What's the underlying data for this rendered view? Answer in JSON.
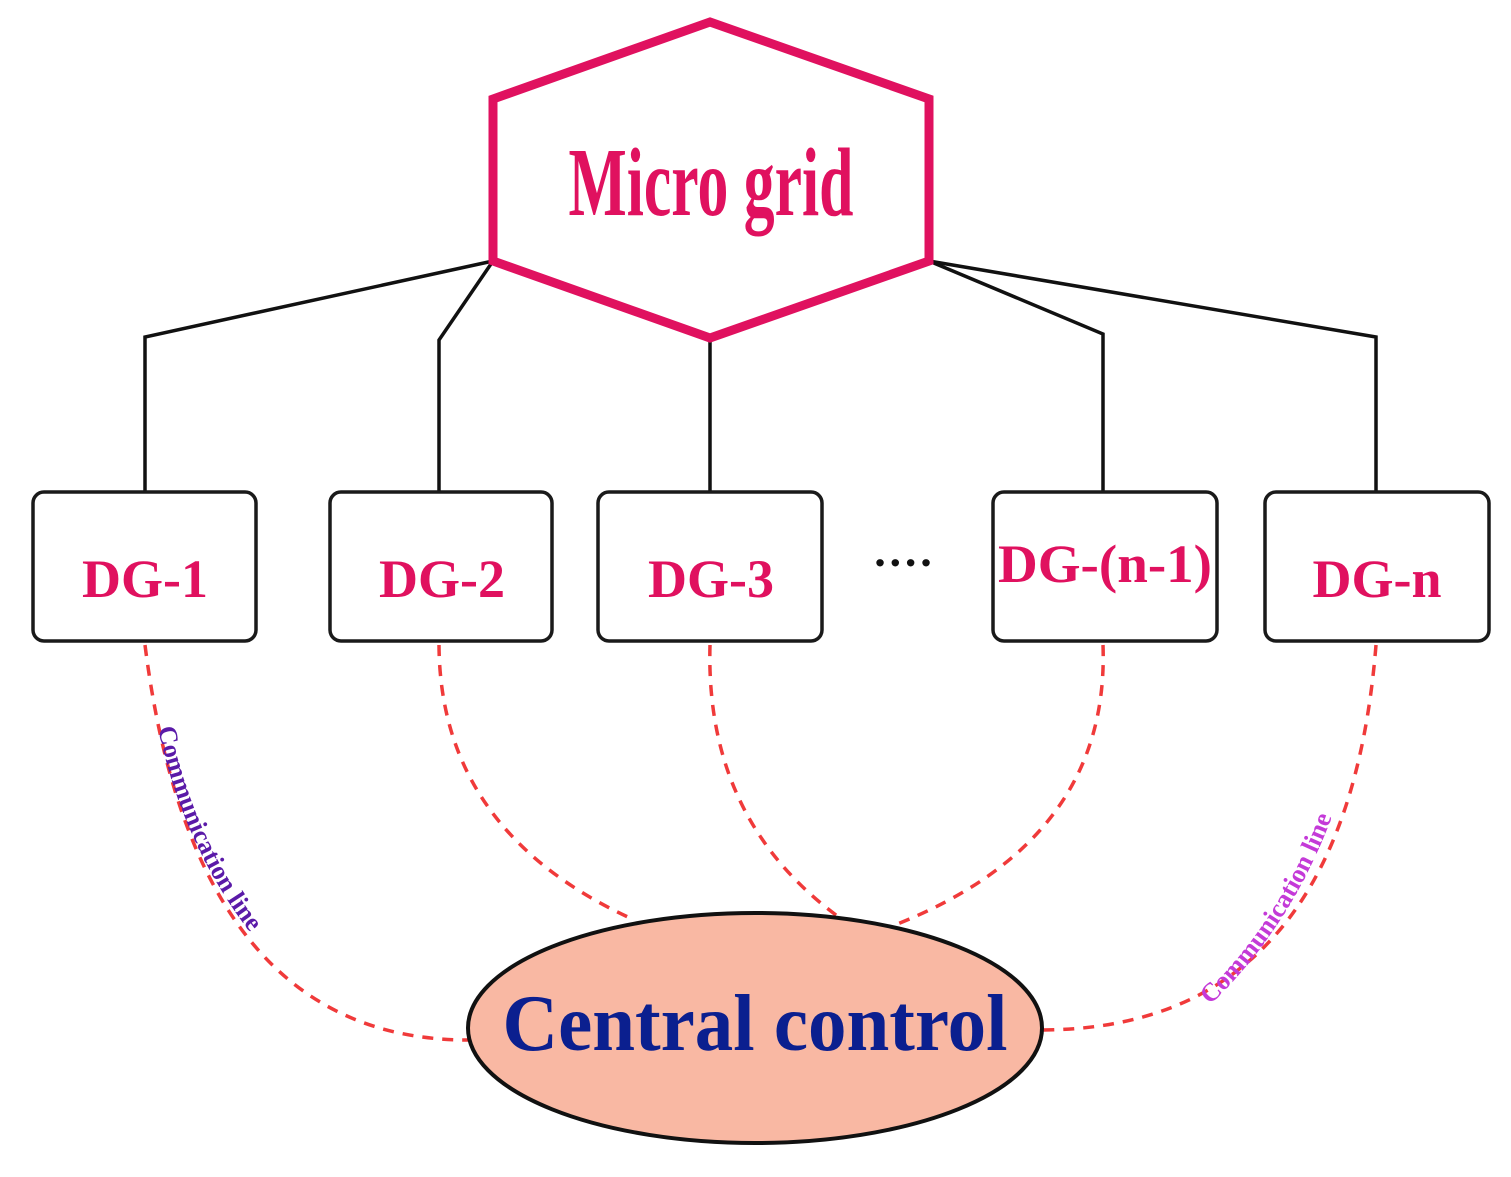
{
  "hub": {
    "label": "Micro grid",
    "color": "#e0115f"
  },
  "nodes": [
    {
      "label": "DG-1"
    },
    {
      "label": "DG-2"
    },
    {
      "label": "DG-3"
    },
    {
      "label": "DG-(n-1)"
    },
    {
      "label": "DG-n"
    }
  ],
  "ellipsis": "····",
  "controller": {
    "label": "Central control",
    "fill": "#f9b8a3",
    "text_color": "#0b1f8f"
  },
  "links": {
    "left_label": "Communication line",
    "right_label": "Communication line",
    "dash_color": "#f03a3a"
  }
}
